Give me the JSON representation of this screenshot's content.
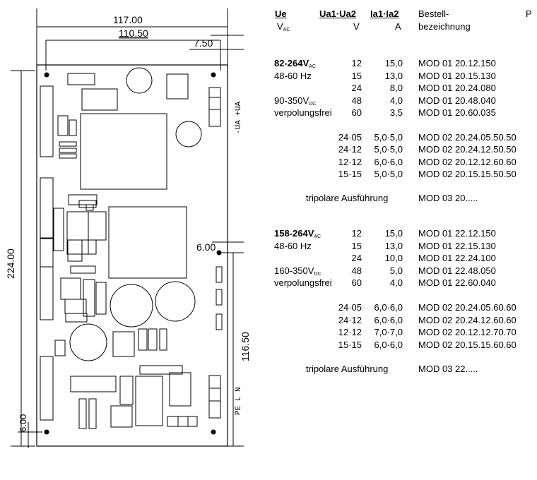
{
  "drawing": {
    "dim_width_outer": "117.00",
    "dim_width_holes": "110.50",
    "dim_edge_offset": "7.50",
    "dim_height": "224.00",
    "dim_bottom_offset": "6.00",
    "dim_side_offset": "6.00",
    "dim_lower_height": "116.50",
    "label_output": "-UA +UA",
    "label_input": "PE L N"
  },
  "table": {
    "headers": {
      "ue": "Ue",
      "ue_unit_main": "V",
      "ue_unit_sub": "AC",
      "ua": "Ua1·Ua2",
      "ua_unit": "V",
      "ia": "Ia1·Ia2",
      "ia_unit": "A",
      "order": "Bestell-",
      "order2": "bezeichnung",
      "p": "P"
    },
    "group1": {
      "input1_main": "82-264V",
      "input1_sub": "AC",
      "input2": "48-60 Hz",
      "input3_main": "90-350V",
      "input3_sub": "DC",
      "input4": "verpolungsfrei",
      "rows": [
        {
          "ua": "12",
          "ia": "15,0",
          "order": "MOD 01 20.12.150"
        },
        {
          "ua": "15",
          "ia": "13,0",
          "order": "MOD 01 20.15.130"
        },
        {
          "ua": "24",
          "ia": "8,0",
          "order": "MOD 01 20.24.080"
        },
        {
          "ua": "48",
          "ia": "4,0",
          "order": "MOD 01 20.48.040"
        },
        {
          "ua": "60",
          "ia": "3,5",
          "order": "MOD 01 20.60.035"
        }
      ],
      "dual": [
        {
          "ua": "24·05",
          "ia": "5,0·5,0",
          "order": "MOD 02 20.24.05.50.50"
        },
        {
          "ua": "24·12",
          "ia": "5,0·5,0",
          "order": "MOD 02 20.24.12.50.50"
        },
        {
          "ua": "12·12",
          "ia": "6,0·6,0",
          "order": "MOD 02 20.12.12.60.60"
        },
        {
          "ua": "15·15",
          "ia": "5,0·5,0",
          "order": "MOD 02 20.15.15.50.50"
        }
      ],
      "tripolar_label": "tripolare Ausführung",
      "tripolar_order": "MOD 03 20....."
    },
    "group2": {
      "input1_main": "158-264V",
      "input1_sub": "AC",
      "input2": "48-60 Hz",
      "input3_main": "160-350V",
      "input3_sub": "DC",
      "input4": "verpolungsfrei",
      "rows": [
        {
          "ua": "12",
          "ia": "15,0",
          "order": "MOD 01 22.12.150"
        },
        {
          "ua": "15",
          "ia": "13,0",
          "order": "MOD 01 22.15.130"
        },
        {
          "ua": "24",
          "ia": "10,0",
          "order": "MOD 01 22.24.100"
        },
        {
          "ua": "48",
          "ia": "5,0",
          "order": "MOD 01 22.48.050"
        },
        {
          "ua": "60",
          "ia": "4,0",
          "order": "MOD 01 22.60.040"
        }
      ],
      "dual": [
        {
          "ua": "24·05",
          "ia": "6,0·6,0",
          "order": "MOD 02 20.24.05.60.60"
        },
        {
          "ua": "24·12",
          "ia": "6,0·6,0",
          "order": "MOD 02 20.24.12.60.60"
        },
        {
          "ua": "12·12",
          "ia": "7,0·7,0",
          "order": "MOD 02 20.12.12.70.70"
        },
        {
          "ua": "15·15",
          "ia": "6,0·6,0",
          "order": "MOD 02 20.15.15.60.60"
        }
      ],
      "tripolar_label": "tripolare Ausführung",
      "tripolar_order": "MOD 03 22....."
    }
  }
}
